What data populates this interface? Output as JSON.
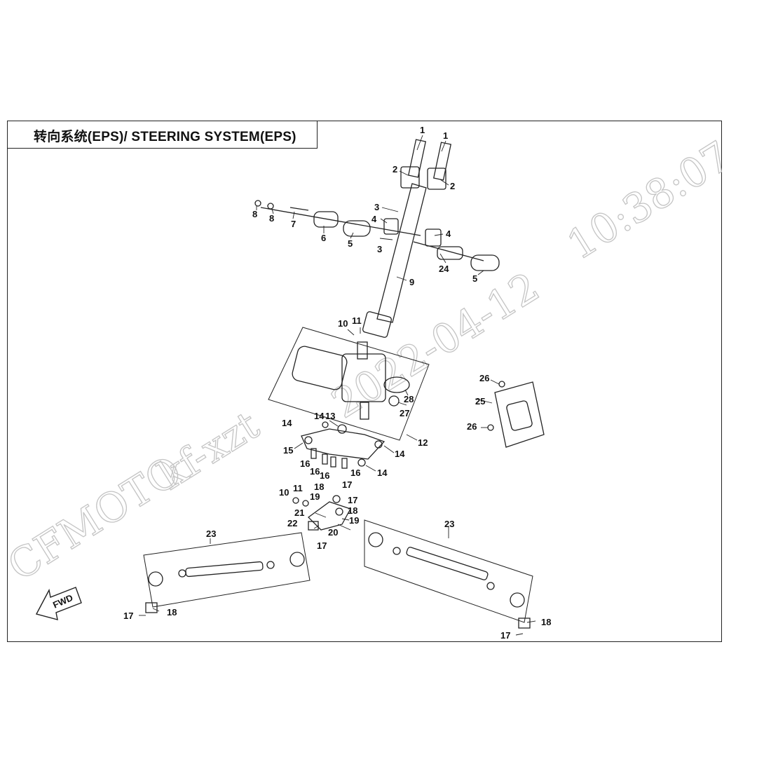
{
  "title": "转向系统(EPS)/ STEERING SYSTEM(EPS)",
  "fwd_label": "FWD",
  "watermark": {
    "brand": "CFMOTO",
    "user": "kf-xzt",
    "date": "2022-04-12",
    "time": "10:38:07"
  },
  "callouts": [
    "1",
    "1",
    "2",
    "2",
    "3",
    "3",
    "4",
    "4",
    "5",
    "5",
    "6",
    "7",
    "8",
    "8",
    "9",
    "10",
    "11",
    "10",
    "11",
    "12",
    "13",
    "14",
    "14",
    "14",
    "14",
    "15",
    "16",
    "16",
    "16",
    "16",
    "17",
    "17",
    "17",
    "17",
    "17",
    "18",
    "18",
    "18",
    "18",
    "19",
    "19",
    "20",
    "21",
    "22",
    "23",
    "23",
    "24",
    "25",
    "26",
    "26",
    "27",
    "28"
  ]
}
